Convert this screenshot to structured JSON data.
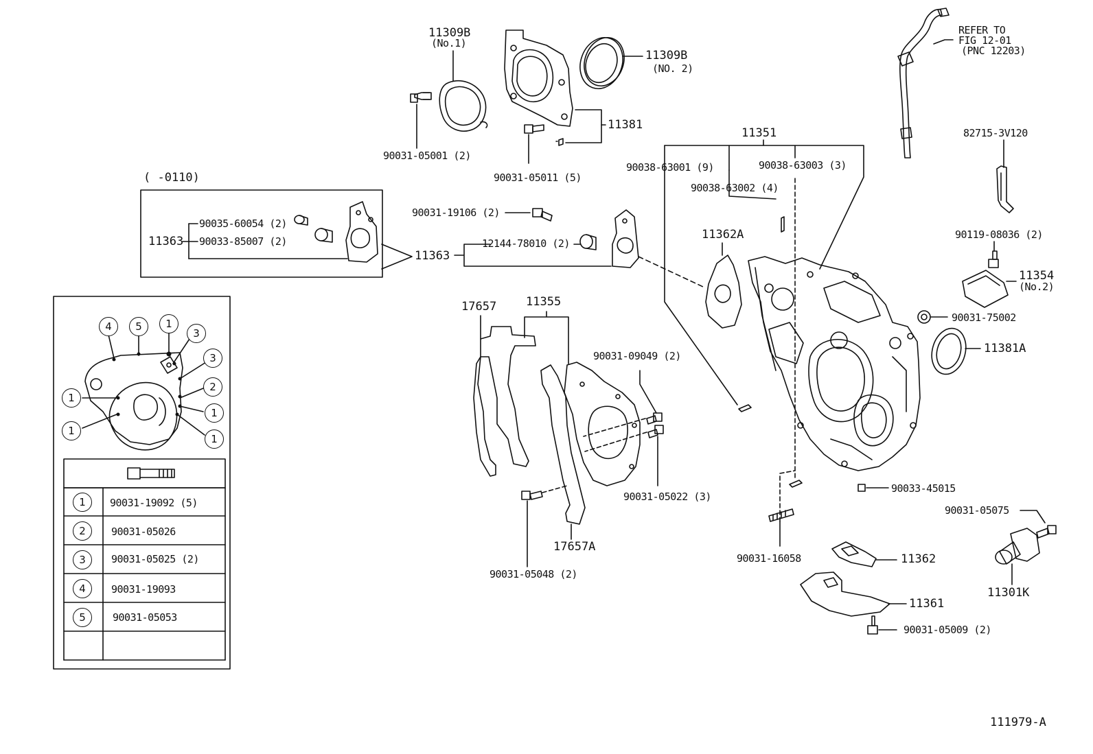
{
  "diagram_id": "111979-A",
  "labels": {
    "p11309B_no1": "11309B",
    "p11309B_no1_sub": "(No.1)",
    "p11309B_no2": "11309B",
    "p11309B_no2_sub": "(NO. 2)",
    "p11381": "11381",
    "b90031_05001": "90031-05001 (2)",
    "b90031_05011": "90031-05011 (5)",
    "refer1": "REFER TO",
    "refer2": "FIG 12-01",
    "refer3": "(PNC 12203)",
    "p11351": "11351",
    "b90038_63001": "90038-63001 (9)",
    "b90038_63003": "90038-63003 (3)",
    "b90038_63002": "90038-63002 (4)",
    "p82715": "82715-3V120",
    "range_note": "(        -0110)",
    "b90035_60054": "90035-60054 (2)",
    "b90033_85007": "90033-85007 (2)",
    "p11363_left": "11363",
    "p11363_mid": "11363",
    "b90031_19106": "90031-19106 (2)",
    "b12144_78010": "12144-78010 (2)",
    "p11362A": "11362A",
    "b90119_08036": "90119-08036 (2)",
    "p11354": "11354",
    "p11354_sub": "(No.2)",
    "p17657": "17657",
    "p11355": "11355",
    "b90031_75002": "90031-75002",
    "p11381A": "11381A",
    "b90031_09049": "90031-09049 (2)",
    "b90031_05022": "90031-05022 (3)",
    "b90033_45015": "90033-45015",
    "b90031_05075": "90031-05075",
    "p17657A": "17657A",
    "b90031_16058": "90031-16058",
    "p11362": "11362",
    "b90031_05048": "90031-05048 (2)",
    "p11301K": "11301K",
    "p11361": "11361",
    "b90031_05009": "90031-05009 (2)"
  },
  "inset": {
    "callouts": [
      "4",
      "5",
      "1",
      "3",
      "3",
      "1",
      "2",
      "1",
      "1",
      "1"
    ],
    "table": [
      {
        "num": "1",
        "part": "90031-19092 (5)"
      },
      {
        "num": "2",
        "part": "90031-05026"
      },
      {
        "num": "3",
        "part": "90031-05025 (2)"
      },
      {
        "num": "4",
        "part": "90031-19093"
      },
      {
        "num": "5",
        "part": "90031-05053"
      }
    ]
  }
}
